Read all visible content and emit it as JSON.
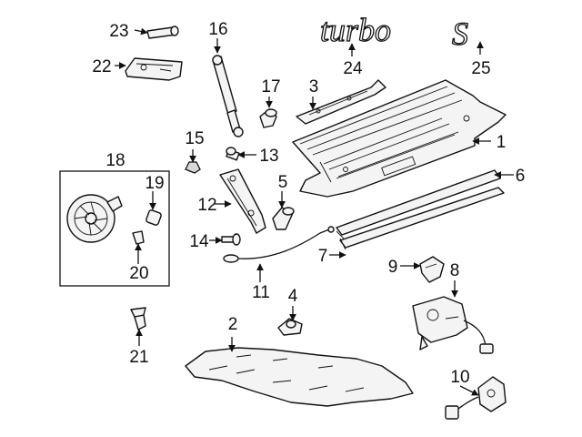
{
  "emblem_text": {
    "turbo": "turbo",
    "s": "S"
  },
  "callouts": [
    {
      "id": "c1",
      "label": "1"
    },
    {
      "id": "c2",
      "label": "2"
    },
    {
      "id": "c3",
      "label": "3"
    },
    {
      "id": "c4",
      "label": "4"
    },
    {
      "id": "c5",
      "label": "5"
    },
    {
      "id": "c6",
      "label": "6"
    },
    {
      "id": "c7",
      "label": "7"
    },
    {
      "id": "c8",
      "label": "8"
    },
    {
      "id": "c9",
      "label": "9"
    },
    {
      "id": "c10",
      "label": "10"
    },
    {
      "id": "c11",
      "label": "11"
    },
    {
      "id": "c12",
      "label": "12"
    },
    {
      "id": "c13",
      "label": "13"
    },
    {
      "id": "c14",
      "label": "14"
    },
    {
      "id": "c15",
      "label": "15"
    },
    {
      "id": "c16",
      "label": "16"
    },
    {
      "id": "c17",
      "label": "17"
    },
    {
      "id": "c18",
      "label": "18"
    },
    {
      "id": "c19",
      "label": "19"
    },
    {
      "id": "c20",
      "label": "20"
    },
    {
      "id": "c21",
      "label": "21"
    },
    {
      "id": "c22",
      "label": "22"
    },
    {
      "id": "c23",
      "label": "23"
    },
    {
      "id": "c24",
      "label": "24"
    },
    {
      "id": "c25",
      "label": "25"
    }
  ]
}
